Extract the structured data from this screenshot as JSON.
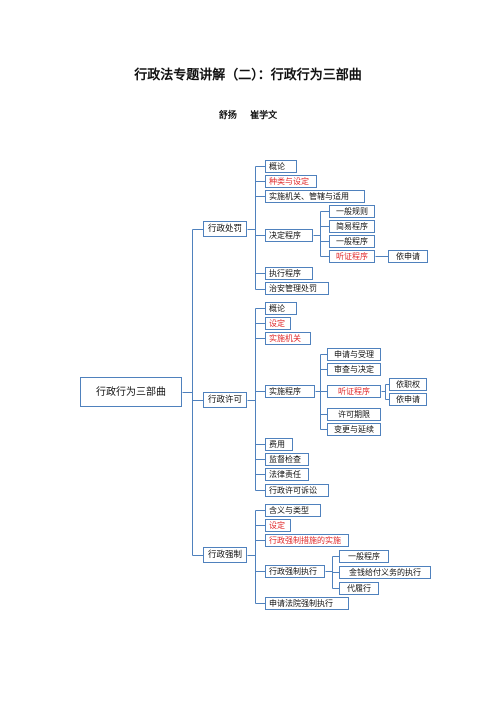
{
  "title": "行政法专题讲解（二）：行政行为三部曲",
  "authors": [
    "舒扬",
    "崔学文"
  ],
  "root": "行政行为三部曲",
  "branches": [
    {
      "label": "行政处罚",
      "children": [
        {
          "label": "概论"
        },
        {
          "label": "种类与设定",
          "red": true
        },
        {
          "label": "实施机关、管辖与适用"
        },
        {
          "label": "决定程序",
          "children": [
            {
              "label": "一般规则"
            },
            {
              "label": "简易程序"
            },
            {
              "label": "一般程序"
            },
            {
              "label": "听证程序",
              "red": true,
              "children": [
                {
                  "label": "依申请"
                }
              ]
            }
          ]
        },
        {
          "label": "执行程序"
        },
        {
          "label": "治安管理处罚"
        }
      ]
    },
    {
      "label": "行政许可",
      "children": [
        {
          "label": "概论"
        },
        {
          "label": "设定",
          "red": true
        },
        {
          "label": "实施机关",
          "red": true
        },
        {
          "label": "实施程序",
          "children": [
            {
              "label": "申请与受理"
            },
            {
              "label": "审查与决定"
            },
            {
              "label": "听证程序",
              "red": true,
              "children": [
                {
                  "label": "依职权"
                },
                {
                  "label": "依申请"
                }
              ]
            },
            {
              "label": "许可期限"
            },
            {
              "label": "变更与延续"
            }
          ]
        },
        {
          "label": "费用"
        },
        {
          "label": "监督检查"
        },
        {
          "label": "法律责任"
        },
        {
          "label": "行政许可诉讼"
        }
      ]
    },
    {
      "label": "行政强制",
      "children": [
        {
          "label": "含义与类型"
        },
        {
          "label": "设定",
          "red": true
        },
        {
          "label": "行政强制措施的实施",
          "red": true
        },
        {
          "label": "行政强制执行",
          "children": [
            {
              "label": "一般程序"
            },
            {
              "label": "金钱给付义务的执行"
            },
            {
              "label": "代履行"
            }
          ]
        },
        {
          "label": "申请法院强制执行"
        }
      ]
    }
  ],
  "colors": {
    "border": "#4f81bd",
    "highlight": "#e0282a",
    "text": "#111111"
  }
}
